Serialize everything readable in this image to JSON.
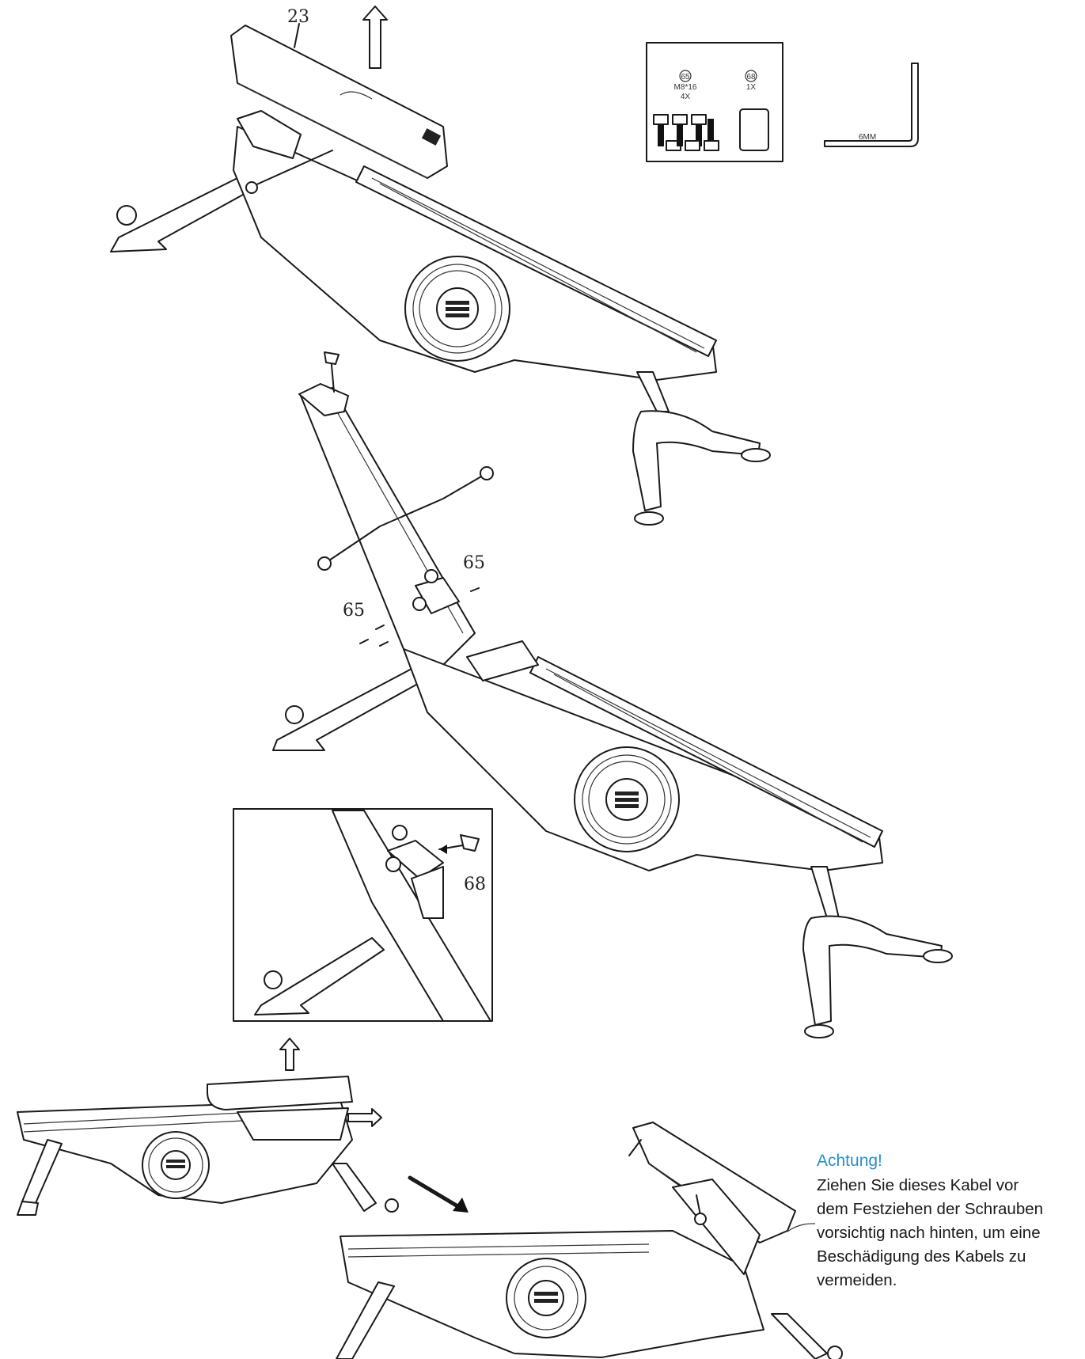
{
  "labels": {
    "part_23": "23",
    "part_65_right": "65",
    "part_65_left": "65",
    "part_68": "68"
  },
  "parts_box": {
    "screw_id": "65",
    "screw_size": "M8*16",
    "screw_qty": "4X",
    "clip_id": "68",
    "clip_qty": "1X"
  },
  "tool": {
    "label": "6MM"
  },
  "warning": {
    "title": "Achtung!",
    "lines": [
      "Ziehen Sie dieses Kabel vor",
      "dem Festziehen der Schrauben",
      "vorsichtig nach hinten, um eine",
      "Beschädigung des Kabels zu",
      "vermeiden."
    ]
  }
}
